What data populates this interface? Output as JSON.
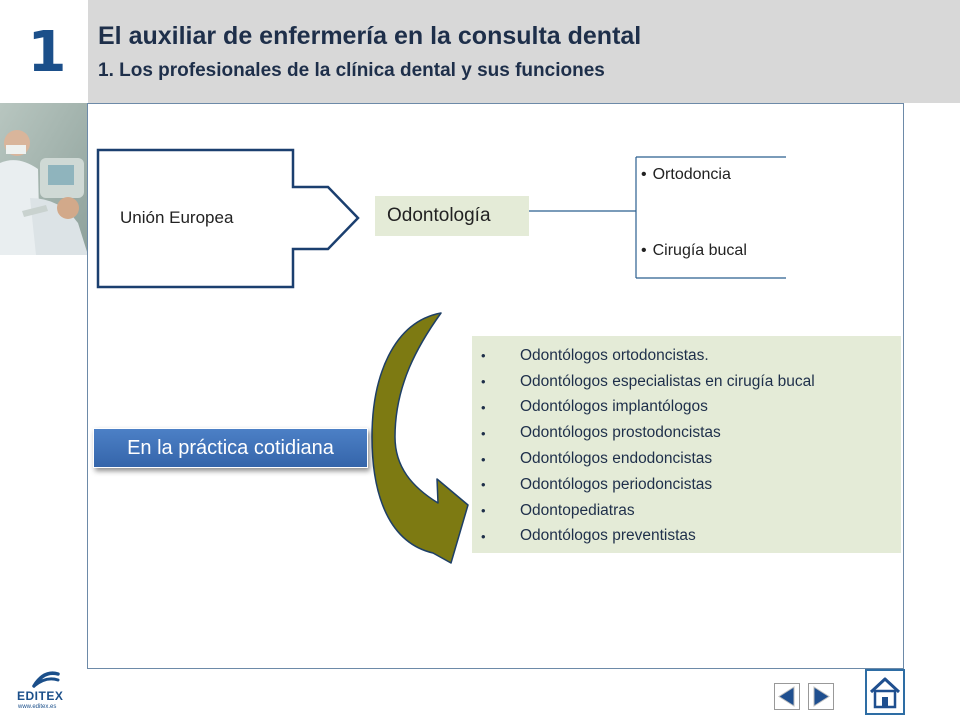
{
  "header": {
    "slide_number": "1",
    "title": "El auxiliar de enfermería en la consulta dental",
    "subtitle": "1. Los profesionales de la clínica dental y sus funciones"
  },
  "diagram": {
    "source_label": "Unión Europea",
    "target_label": "Odontología",
    "specialties": [
      "Ortodoncia",
      "Cirugía bucal"
    ],
    "practice_label": "En la práctica cotidiana",
    "practice_list": [
      "Odontólogos ortodoncistas.",
      "Odontólogos especialistas en cirugía bucal",
      "Odontólogos implantólogos",
      "Odontólogos prostodoncistas",
      "Odontólogos endodoncistas",
      "Odontólogos periodoncistas",
      "Odontopediatras",
      "Odontólogos preventistas"
    ]
  },
  "branding": {
    "logo_text": "EDITEX",
    "logo_url": "www.editex.es"
  },
  "colors": {
    "header_bg": "#d8d8d8",
    "title_text": "#1e2f4a",
    "slide_number": "#1b4f8a",
    "practice_box": "#4272b8",
    "light_green_box": "#e4ebd7",
    "olive_arrow": "#7d7a12",
    "nav_arrow": "#1f4f8f"
  },
  "icons": {
    "previous": "triangle-left-icon",
    "next": "triangle-right-icon",
    "home": "house-icon"
  }
}
